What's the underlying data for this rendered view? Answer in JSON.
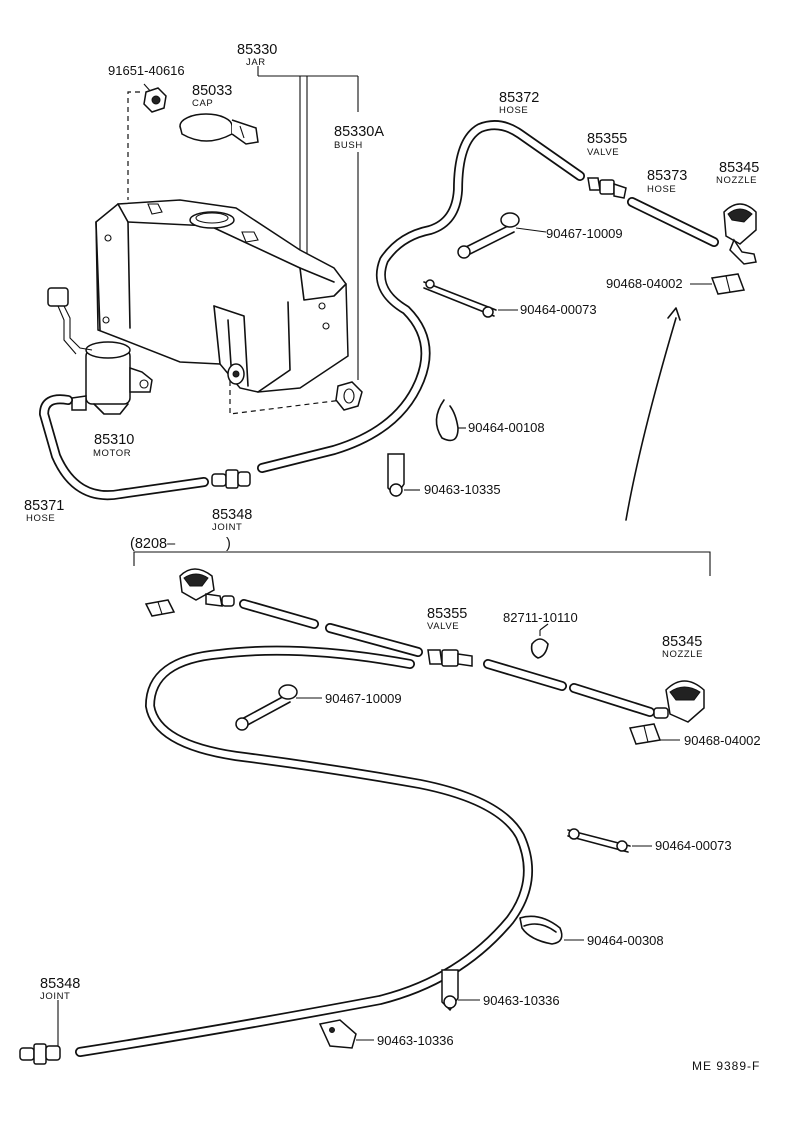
{
  "labels": {
    "p91651_40616": "91651-40616",
    "p85330": "85330",
    "jar": "JAR",
    "p85033": "85033",
    "cap": "CAP",
    "p85330A": "85330A",
    "bush": "BUSH",
    "p85372": "85372",
    "hose": "HOSE",
    "p85355": "85355",
    "valve": "VALVE",
    "p85373": "85373",
    "p85345": "85345",
    "nozzle": "NOZZLE",
    "p90467_10009": "90467-10009",
    "p90468_04002": "90468-04002",
    "p90464_00073": "90464-00073",
    "p90464_00108": "90464-00108",
    "p90463_10335": "90463-10335",
    "p85310": "85310",
    "motor": "MOTOR",
    "p85371": "85371",
    "p85348": "85348",
    "joint": "JOINT",
    "p8208_open": "(8208–",
    "p8208_close": ")",
    "p82711_10110": "82711-10110",
    "p90464_00308": "90464-00308",
    "p90463_10336": "90463-10336",
    "ref_code": "ME  9389-F"
  }
}
